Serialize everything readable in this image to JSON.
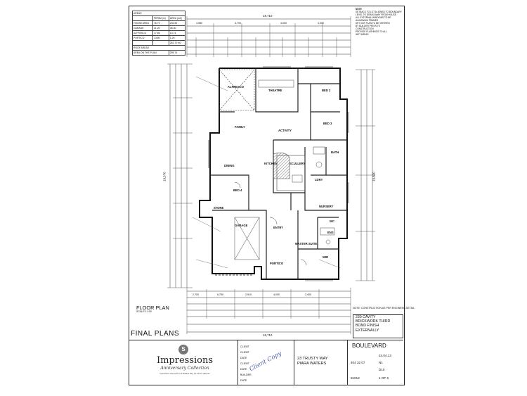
{
  "areas_table": {
    "title": "AREAS",
    "headers": [
      "",
      "PERIM (m)",
      "AREA (m2)"
    ],
    "rows": [
      [
        "HOUSE AREA",
        "76.73",
        "202.50"
      ],
      [
        "GARAGE",
        "21.20",
        "35.30"
      ],
      [
        "ALFRESCO",
        "17.66",
        "13.74"
      ],
      [
        "PORTICO",
        "13.80",
        "1.26"
      ],
      [
        "",
        "",
        "262.70 m2"
      ]
    ],
    "roof_title": "ROOF AREAS",
    "roof_row": [
      "AREA ON THE PLAN",
      "295.74"
    ]
  },
  "notes": {
    "title": "NOTE",
    "lines": [
      "SETBACK TO LOT ALIGNED TO BOUNDARY",
      "LEVEL TO DRAIN AWAY FROM HOUSE",
      "ALL EXTERNAL WINDOWS TO BE",
      "ALUMINIUM FRAMED",
      "SET OUT PLAN TO BE VERIFIED",
      "BY BUILDER PRIOR TO",
      "CONSTRUCTION",
      "PROVIDE FLASHINGS TO ALL",
      "WET AREAS"
    ]
  },
  "dims": {
    "overall_top": "18,710",
    "overall_bottom": "18,710",
    "overall_left": "19,370",
    "overall_right": "19,820",
    "top_row": [
      "4,980",
      "4,700",
      "4,000",
      "4,490"
    ],
    "bottom_row": [
      "2,700",
      "6,750",
      "2,910",
      "4,000",
      "2,400"
    ]
  },
  "rooms": {
    "alfresco": "ALFRESCO",
    "theatre": "THEATRE",
    "bed2": "BED 2",
    "family": "FAMILY",
    "activity": "ACTIVITY",
    "bed3": "BED 3",
    "bath": "BATH",
    "dining": "DINING",
    "kitchen": "KITCHEN",
    "scullery": "SCULLERY",
    "ldry": "LDRY",
    "bed4": "BED 4",
    "nursery": "NURSERY",
    "garage": "GARAGE",
    "entry": "ENTRY",
    "master": "MASTER SUITE",
    "ens": "ENS",
    "portico": "PORTICO",
    "wir": "WIR",
    "wc": "WC",
    "store": "STORE"
  },
  "labels": {
    "floor_plan": "FLOOR PLAN",
    "scale": "SCALE 1:100",
    "final_plans": "FINAL PLANS",
    "brick": [
      "230 CAVITY",
      "BRICKWORK THIRD",
      "BOND FINISH",
      "EXTERNALLY"
    ],
    "note_small": "NOTE: CONSTRUCTION AS PER ENGINEER DETAIL"
  },
  "title_block": {
    "company": "Impressions",
    "collection": "Anniversary Collection",
    "fine_print": "Impressions Homes Pty Ltd Builders Reg. No. Phone (08) Fax",
    "client_fields": [
      "CLIENT",
      "CLIENT",
      "DATE",
      "CLIENT",
      "DATE",
      "BUILDER",
      "DATE"
    ],
    "stamp": "Client Copy",
    "address_line1": "23 TRUSTY WAY",
    "address_line2": "PIARA WATERS",
    "design": "BOULEVARD",
    "date": "24.04.13",
    "job": "404 32 07",
    "rev": "N1",
    "drawing": "D10",
    "lot": "81012",
    "sheet": "1 OF 6"
  },
  "colors": {
    "line": "#222222",
    "stamp": "#2a3f9c",
    "hatch": "#9a9a9a"
  }
}
